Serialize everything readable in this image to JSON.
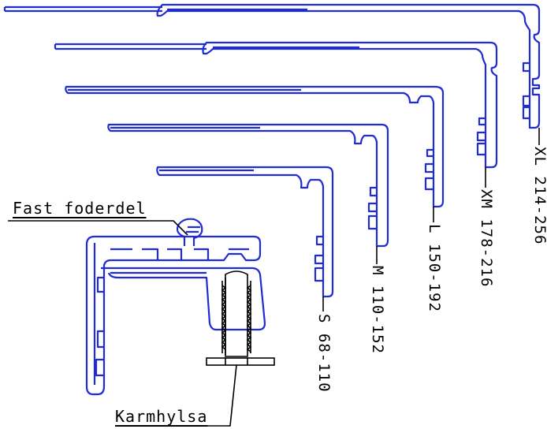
{
  "colors": {
    "profile": "#1f2bd6",
    "leader": "#000000",
    "background": "#ffffff"
  },
  "labels": {
    "fast_foderdel": "Fast foderdel",
    "karmhylsa": "Karmhylsa"
  },
  "sizes": [
    {
      "code": "S",
      "range": "68-110",
      "label": "S  68-110"
    },
    {
      "code": "M",
      "range": "110-152",
      "label": "M  110-152"
    },
    {
      "code": "L",
      "range": "150-192",
      "label": "L  150-192"
    },
    {
      "code": "XM",
      "range": "178-216",
      "label": "XM 178-216"
    },
    {
      "code": "XL",
      "range": "214-256",
      "label": "XL 214-256"
    }
  ]
}
